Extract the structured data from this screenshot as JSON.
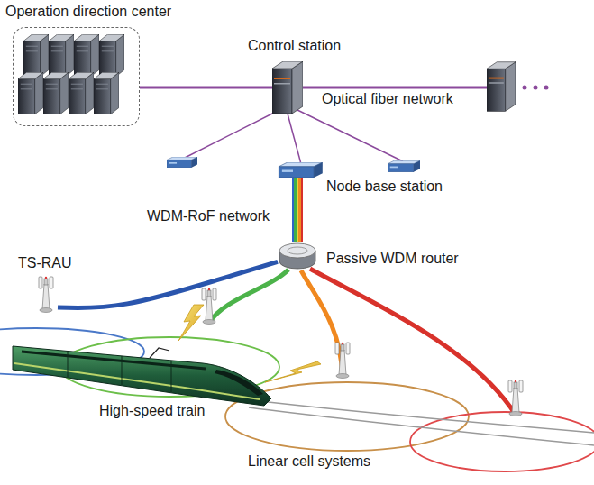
{
  "diagram": {
    "nodes": [
      {
        "text": [
          "Operation direction center"
        ]
      },
      {
        "text": [
          "Control station"
        ]
      },
      {
        "text": [
          "Node base station"
        ]
      },
      {
        "text": [
          "Passive WDM router"
        ]
      },
      {
        "text": [
          "TS-RAU"
        ]
      }
    ],
    "edges": [
      {
        "from": 0,
        "to": 1,
        "arrow": "none"
      },
      {
        "from": 1,
        "to": 2,
        "arrow": "none"
      },
      {
        "from": 2,
        "to": 3,
        "arrow": "none"
      },
      {
        "from": 3,
        "to": 4,
        "arrow": "none"
      }
    ],
    "labels": [
      "Optical fiber network",
      "WDM-RoF network",
      "High-speed train",
      "Linear cell systems"
    ]
  }
}
